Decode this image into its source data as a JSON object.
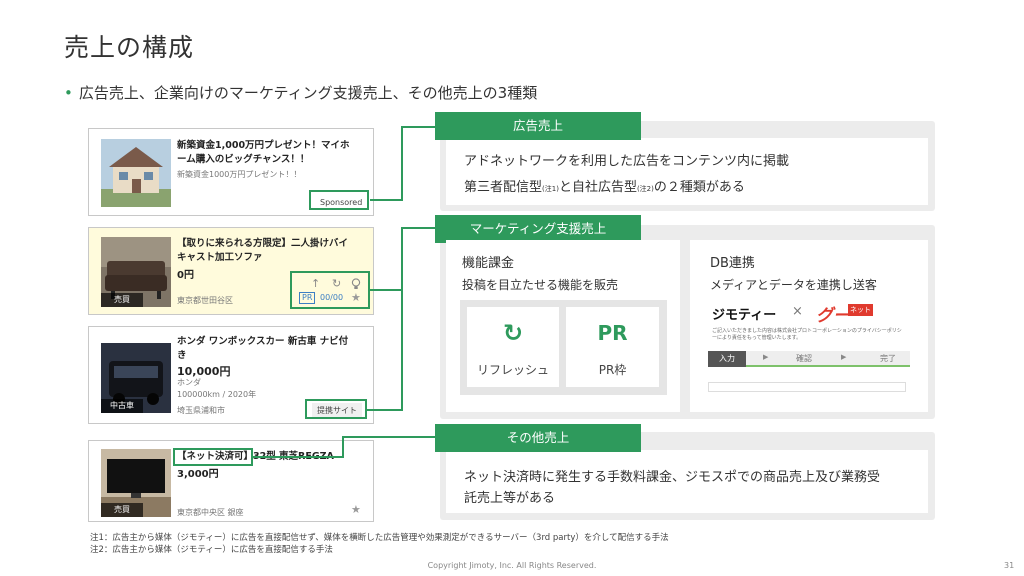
{
  "title": "売上の構成",
  "bullet": "広告売上、企業向けのマーケティング支援売上、その他売上の3種類",
  "cards": [
    {
      "title": "新築資金1,000万円プレゼント！マイホーム購入のビッグチャンス！！",
      "subtitle": "新築資金1000万円プレゼント！！",
      "tag": "Sponsored"
    },
    {
      "title": "【取りに来られる方限定】二人掛けバイキャスト加工ソファ",
      "price": "0円",
      "location": "東京都世田谷区",
      "thumb_tag": "売買",
      "pr": "PR",
      "count": "00/00"
    },
    {
      "title": "ホンダ ワンボックスカー 新古車 ナビ付き",
      "price": "10,000円",
      "maker": "ホンダ",
      "spec": "100000km / 2020年",
      "location": "埼玉県浦和市",
      "thumb_tag": "中古車",
      "tag": "提携サイト"
    },
    {
      "title_pay": "【ネット決済可】",
      "title_rest": "32型 東芝REGZA",
      "price": "3,000円",
      "location": "東京都中央区 銀座",
      "thumb_tag": "売買"
    }
  ],
  "ad": {
    "header": "広告売上",
    "line1": "アドネットワークを利用した広告をコンテンツ内に掲載",
    "line2_a": "第三者配信型",
    "line2_n1": "(注1)",
    "line2_b": "と自社広告型",
    "line2_n2": "(注2)",
    "line2_c": "の２種類がある"
  },
  "marketing": {
    "header": "マーケティング支援売上",
    "feature": {
      "title": "機能課金",
      "desc": "投稿を目立たせる機能を販売",
      "items": [
        {
          "icon": "refresh-icon",
          "label": "リフレッシュ"
        },
        {
          "icon_text": "PR",
          "label": "PR枠"
        }
      ]
    },
    "db": {
      "title": "DB連携",
      "desc": "メディアとデータを連携し送客",
      "logo1": "ジモティー",
      "times": "×",
      "logo2": "グー",
      "logo2_tag": "ネット",
      "fine_print": "ご記入いただきました内容は株式会社プロトコーポレーションのプライバシーポリシーにより責任をもって管理いたします。",
      "steps": [
        "入力",
        "確認",
        "完了"
      ]
    }
  },
  "other": {
    "header": "その他売上",
    "line1": "ネット決済時に発生する手数料課金、ジモスポでの商品売上及び業務受",
    "line2": "託売上等がある"
  },
  "notes": [
    "注1：広告主から媒体（ジモティー）に広告を直接配信せず、媒体を横断した広告管理や効果測定ができるサーバー（3rd party）を介して配信する手法",
    "注2：広告主から媒体（ジモティー）に広告を直接配信する手法"
  ],
  "footer": "Copyright Jimoty, Inc. All Rights Reserved.",
  "page_number": "31"
}
